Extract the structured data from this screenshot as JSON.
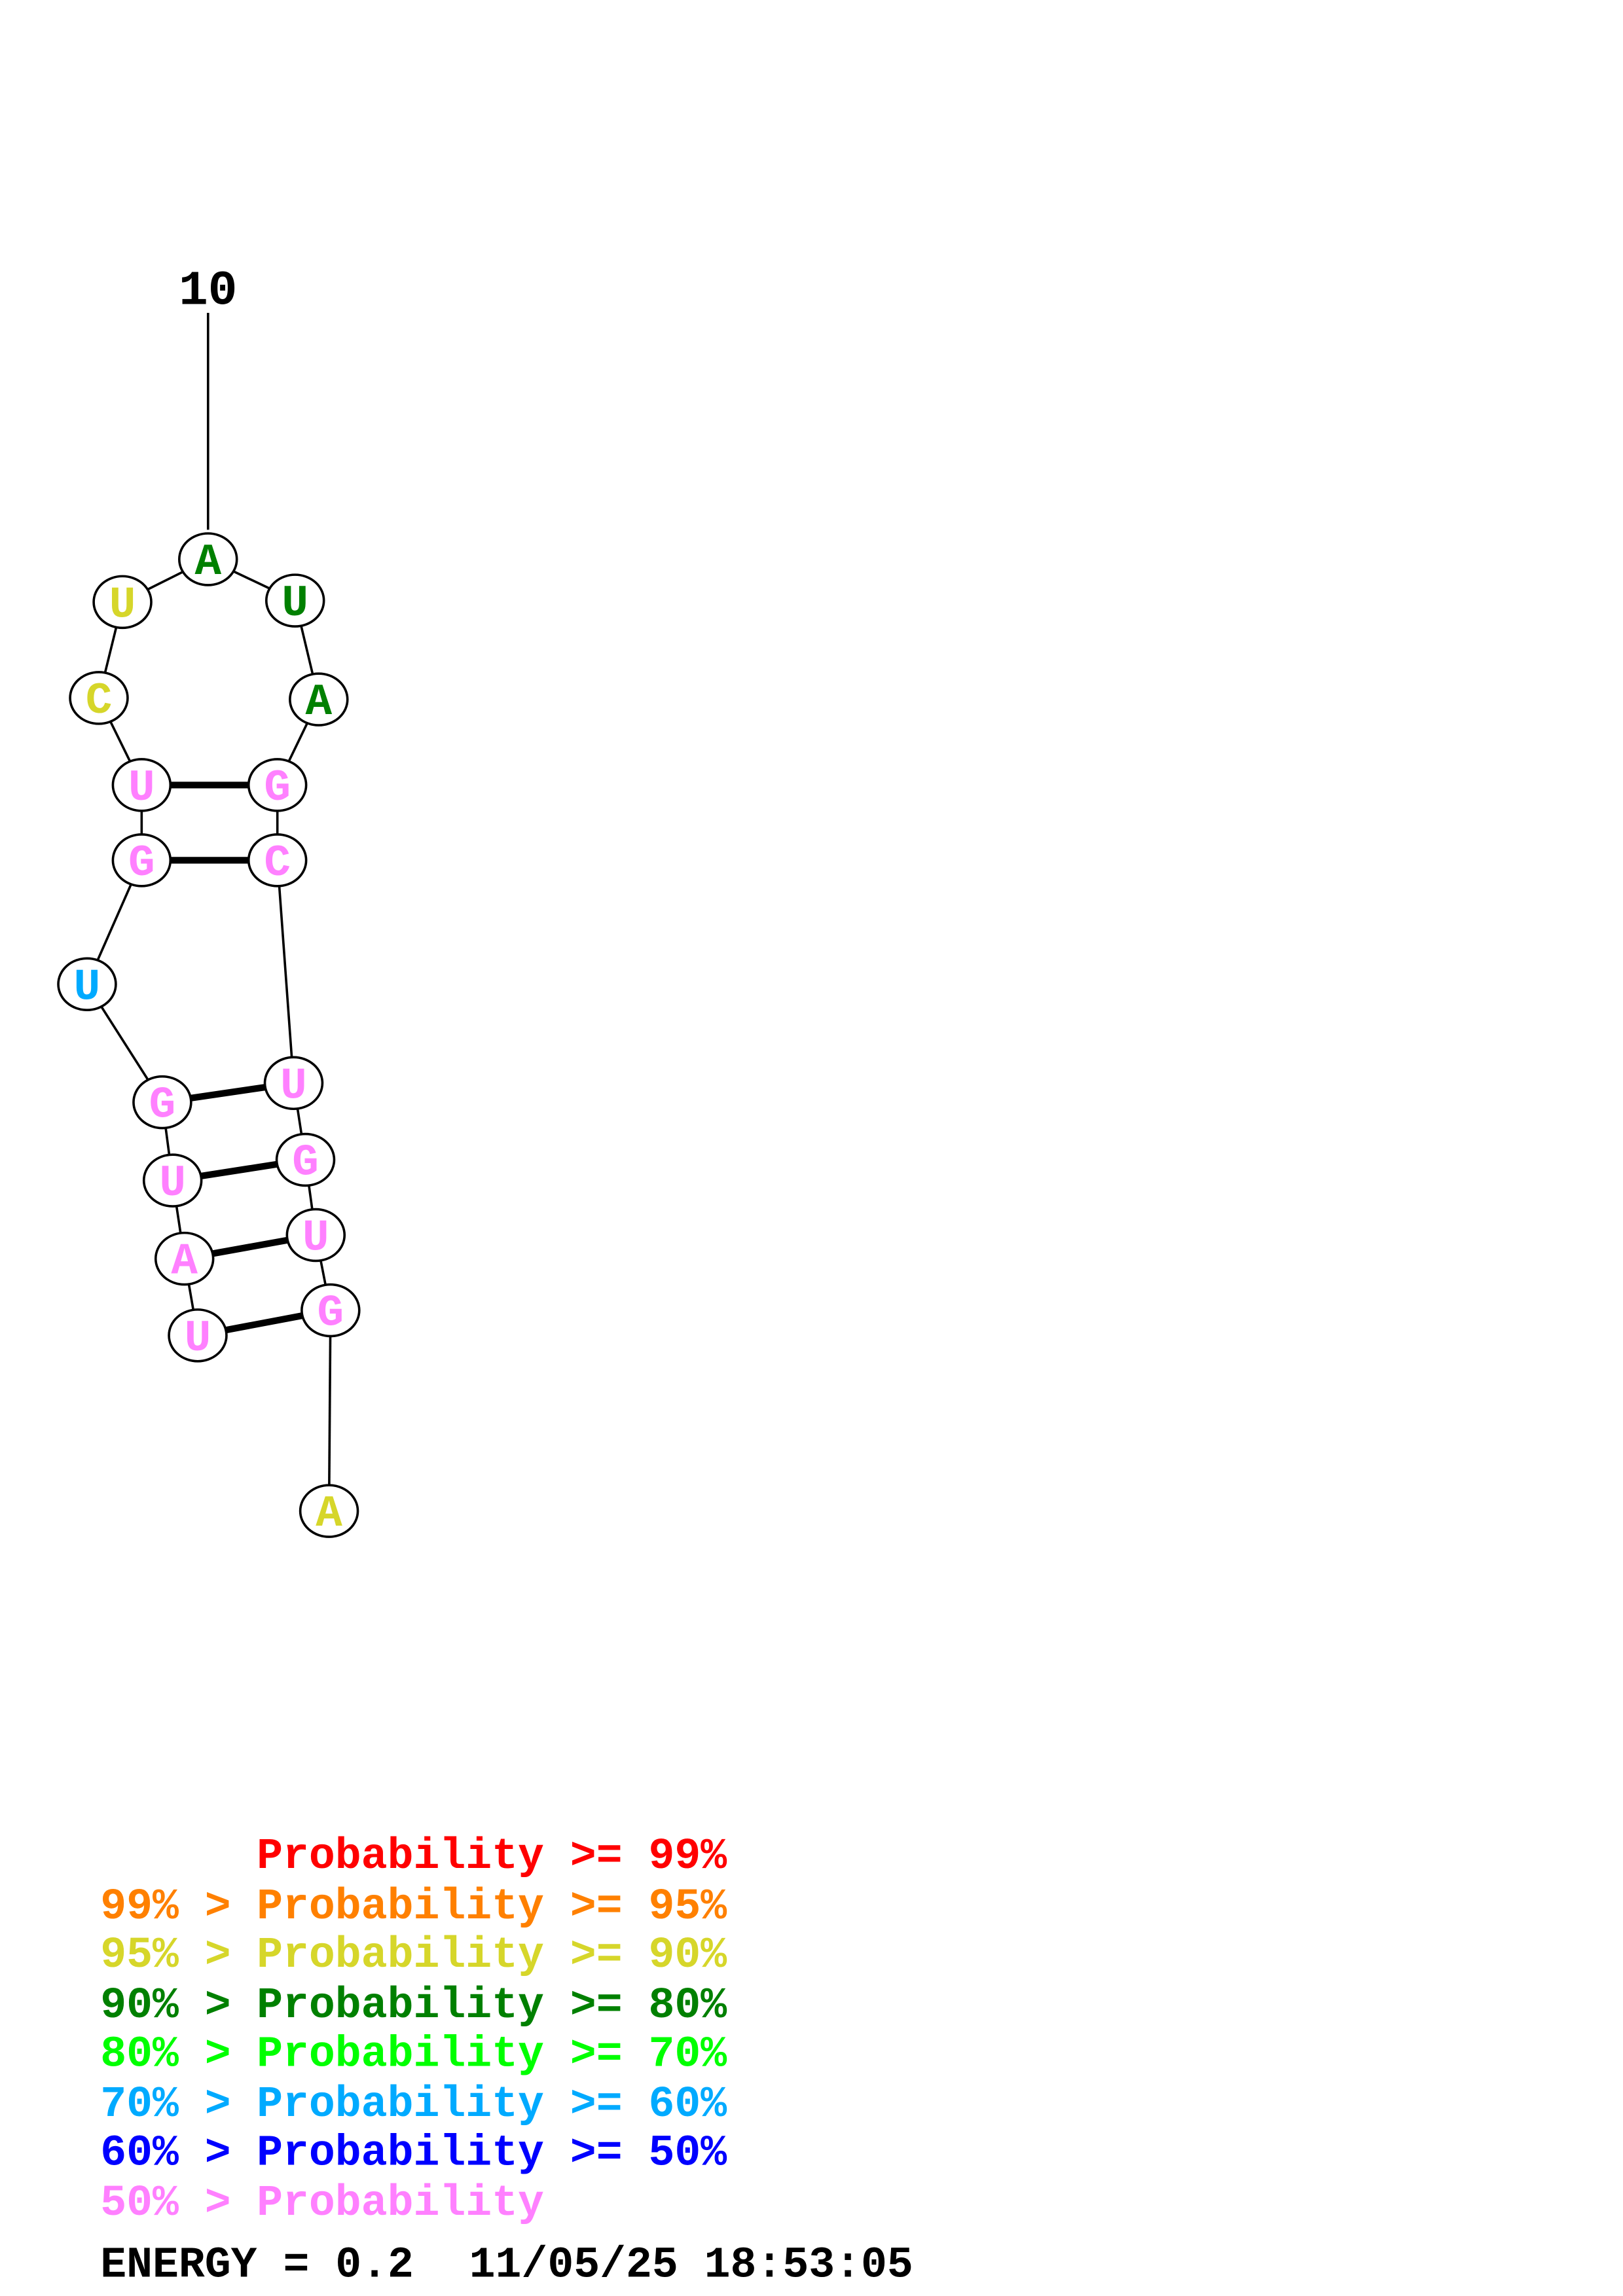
{
  "structure": {
    "position_label": "10",
    "sequence": [
      "A",
      "G",
      "U",
      "G",
      "U",
      "C",
      "G",
      "A",
      "U",
      "A",
      "U",
      "C",
      "U",
      "G",
      "U",
      "G",
      "U",
      "A",
      "U"
    ],
    "probability_colors": [
      "#d6d62a",
      "#ff80ff",
      "#ff80ff",
      "#ff80ff",
      "#ff80ff",
      "#ff80ff",
      "#ff80ff",
      "#008000",
      "#008000",
      "#008000",
      "#d6d62a",
      "#d6d62a",
      "#ff80ff",
      "#ff80ff",
      "#00aaff",
      "#ff80ff",
      "#ff80ff",
      "#ff80ff",
      "#ff80ff"
    ],
    "base_pairs": [
      [
        2,
        19
      ],
      [
        3,
        18
      ],
      [
        4,
        17
      ],
      [
        5,
        16
      ],
      [
        6,
        14
      ],
      [
        7,
        13
      ]
    ]
  },
  "legend": [
    {
      "prefix": "",
      "text": "Probability >= 99%",
      "color": "#ff0000"
    },
    {
      "prefix": "99% >",
      "text": "Probability >= 95%",
      "color": "#ff8000"
    },
    {
      "prefix": "95% >",
      "text": "Probability >= 90%",
      "color": "#d6d62a"
    },
    {
      "prefix": "90% >",
      "text": "Probability >= 80%",
      "color": "#008000"
    },
    {
      "prefix": "80% >",
      "text": "Probability >= 70%",
      "color": "#00ff00"
    },
    {
      "prefix": "70% >",
      "text": "Probability >= 60%",
      "color": "#00aaff"
    },
    {
      "prefix": "60% >",
      "text": "Probability >= 50%",
      "color": "#0000ff"
    },
    {
      "prefix": "50% >",
      "text": "Probability",
      "color": "#ff80ff"
    }
  ],
  "footer": {
    "energy": "ENERGY = 0.2",
    "timestamp": "11/05/25 18:53:05"
  }
}
